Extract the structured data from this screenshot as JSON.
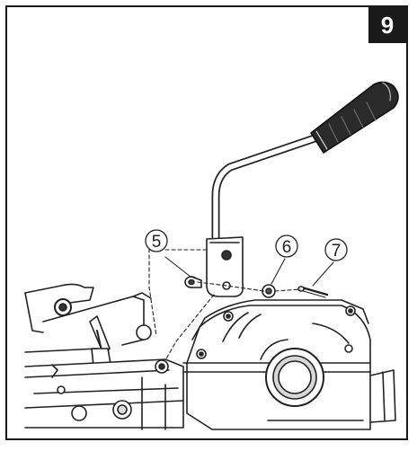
{
  "step": {
    "number": "9"
  },
  "callouts": [
    {
      "id": "5",
      "label": "5"
    },
    {
      "id": "6",
      "label": "6"
    },
    {
      "id": "7",
      "label": "7"
    }
  ],
  "colors": {
    "ink": "#222222",
    "frame": "#1a1a1a",
    "badge_bg": "#1a1a1a",
    "badge_fg": "#ffffff"
  },
  "icons": {
    "grip": "grip-handle-icon"
  }
}
